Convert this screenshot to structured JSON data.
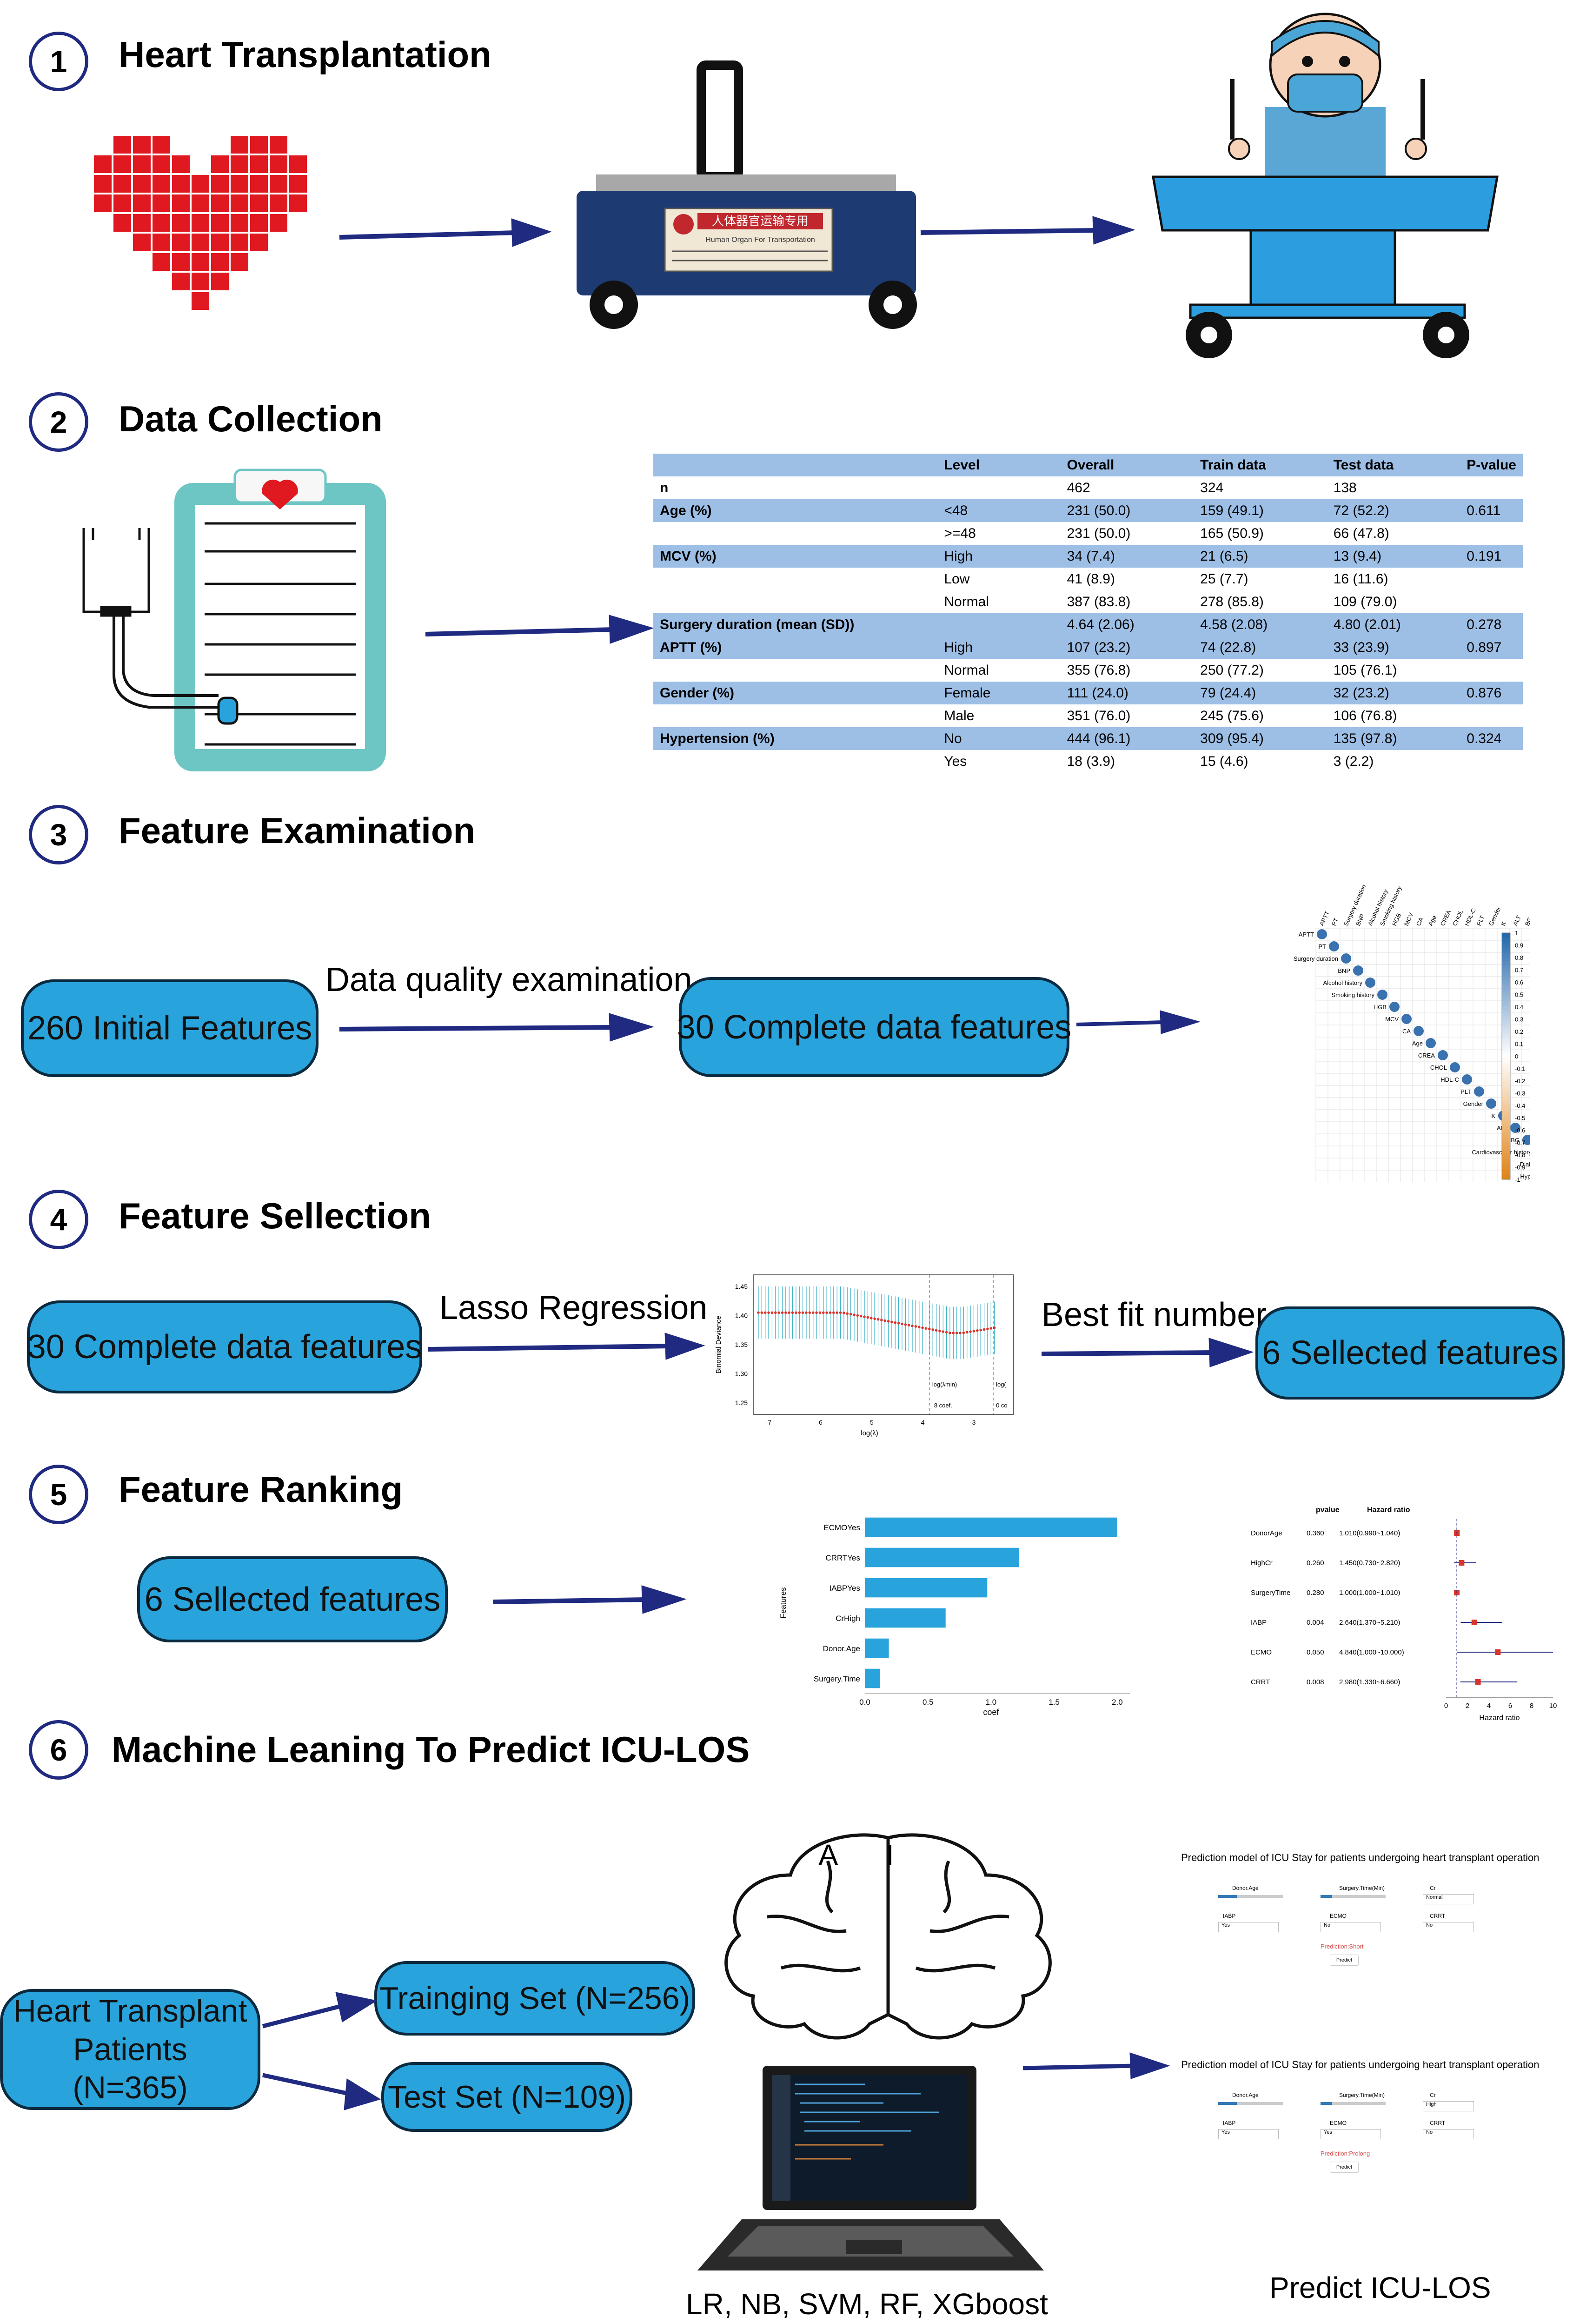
{
  "steps": [
    {
      "num": "1",
      "title": "Heart Transplantation"
    },
    {
      "num": "2",
      "title": "Data Collection"
    },
    {
      "num": "3",
      "title": "Feature Examination"
    },
    {
      "num": "4",
      "title": "Feature Sellection"
    },
    {
      "num": "5",
      "title": "Feature Ranking"
    },
    {
      "num": "6",
      "title": "Machine Leaning To Predict ICU-LOS"
    }
  ],
  "step1": {
    "box_label": "人体器官运输专用",
    "box_sublabel": "Human Organ For Transportation"
  },
  "table": {
    "headers": [
      "",
      "Level",
      "Overall",
      "Train data",
      "Test data",
      "P-value"
    ],
    "rows": [
      [
        "n",
        "",
        "462",
        "324",
        "138",
        ""
      ],
      [
        "Age (%)",
        "<48",
        "231 (50.0)",
        "159 (49.1)",
        "72 (52.2)",
        "0.611"
      ],
      [
        "",
        ">=48",
        "231 (50.0)",
        "165 (50.9)",
        "66 (47.8)",
        ""
      ],
      [
        "MCV (%)",
        "High",
        "34 (7.4)",
        "21 (6.5)",
        "13 (9.4)",
        "0.191"
      ],
      [
        "",
        "Low",
        "41 (8.9)",
        "25 (7.7)",
        "16 (11.6)",
        ""
      ],
      [
        "",
        "Normal",
        "387 (83.8)",
        "278 (85.8)",
        "109 (79.0)",
        ""
      ],
      [
        "Surgery duration (mean (SD))",
        "",
        "4.64 (2.06)",
        "4.58 (2.08)",
        "4.80 (2.01)",
        "0.278"
      ],
      [
        "APTT (%)",
        "High",
        "107 (23.2)",
        "74 (22.8)",
        "33 (23.9)",
        "0.897"
      ],
      [
        "",
        "Normal",
        "355 (76.8)",
        "250 (77.2)",
        "105 (76.1)",
        ""
      ],
      [
        "Gender (%)",
        "Female",
        "111 (24.0)",
        "79 (24.4)",
        "32 (23.2)",
        "0.876"
      ],
      [
        "",
        "Male",
        "351 (76.0)",
        "245 (75.6)",
        "106 (76.8)",
        ""
      ],
      [
        "Hypertension (%)",
        "No",
        "444 (96.1)",
        "309 (95.4)",
        "135 (97.8)",
        "0.324"
      ],
      [
        "",
        "Yes",
        "18 (3.9)",
        "15 (4.6)",
        "3 (2.2)",
        ""
      ]
    ]
  },
  "step3": {
    "pill_initial": "260 Initial Features",
    "arrow_label": "Data quality examination",
    "pill_complete": "30 Complete data features",
    "corr_vars": [
      "APTT",
      "PT",
      "Surgery duration",
      "BNP",
      "Alcohol history",
      "Smoking history",
      "HGB",
      "MCV",
      "CA",
      "Age",
      "CREA",
      "CHOL",
      "HDL-C",
      "PLT",
      "Gender",
      "K",
      "ALT",
      "BG",
      "Cardiovascular history",
      "Diabetes",
      "Hypertension"
    ],
    "corr_scale": [
      "1",
      "0.9",
      "0.8",
      "0.7",
      "0.6",
      "0.5",
      "0.4",
      "0.3",
      "0.2",
      "0.1",
      "0",
      "-0.1",
      "-0.2",
      "-0.3",
      "-0.4",
      "-0.5",
      "-0.6",
      "-0.7",
      "-0.8",
      "-0.9",
      "-1"
    ]
  },
  "step4": {
    "pill_complete": "30 Complete data features",
    "arrow_label1": "Lasso Regression",
    "arrow_label2": "Best fit number",
    "pill_selected": "6 Sellected features",
    "lasso": {
      "ylabel": "Binomial Deviance",
      "xlabel": "log(λ)",
      "yticks": [
        "1.45",
        "1.40",
        "1.35",
        "1.30",
        "1.25"
      ],
      "xticks": [
        "-7",
        "-6",
        "-5",
        "-4",
        "-3"
      ],
      "annot1": "log(λmin)",
      "annot2": "log(",
      "coef1": "8 coef.",
      "coef2": "0 co"
    }
  },
  "chart_data": [
    {
      "type": "bar",
      "orientation": "horizontal",
      "categories": [
        "ECMOYes",
        "CRRTYes",
        "IABPYes",
        "CrHigh",
        "Donor.Age",
        "Surgery.Time"
      ],
      "values": [
        2.0,
        1.22,
        0.97,
        0.64,
        0.19,
        0.12
      ],
      "xlabel": "coef",
      "ylabel": "Features",
      "xticks": [
        "0.0",
        "0.5",
        "1.0",
        "1.5",
        "2.0"
      ],
      "xlim": [
        0,
        2.1
      ]
    },
    {
      "type": "forest",
      "headers": [
        "pvalue",
        "Hazard ratio"
      ],
      "rows": [
        {
          "label": "DonorAge",
          "pvalue": "0.360",
          "hr_text": "1.010(0.990~1.040)",
          "hr": 1.01,
          "lo": 0.99,
          "hi": 1.04
        },
        {
          "label": "HighCr",
          "pvalue": "0.260",
          "hr_text": "1.450(0.730~2.820)",
          "hr": 1.45,
          "lo": 0.73,
          "hi": 2.82
        },
        {
          "label": "SurgeryTime",
          "pvalue": "0.280",
          "hr_text": "1.000(1.000~1.010)",
          "hr": 1.0,
          "lo": 1.0,
          "hi": 1.01
        },
        {
          "label": "IABP",
          "pvalue": "0.004",
          "hr_text": "2.640(1.370~5.210)",
          "hr": 2.64,
          "lo": 1.37,
          "hi": 5.21
        },
        {
          "label": "ECMO",
          "pvalue": "0.050",
          "hr_text": "4.840(1.000~10.000)",
          "hr": 4.84,
          "lo": 1.0,
          "hi": 10.0
        },
        {
          "label": "CRRT",
          "pvalue": "0.008",
          "hr_text": "2.980(1.330~6.660)",
          "hr": 2.98,
          "lo": 1.33,
          "hi": 6.66
        }
      ],
      "xticks": [
        "0",
        "2",
        "4",
        "6",
        "8",
        "10"
      ],
      "xlim": [
        0,
        10
      ],
      "xlabel": "Hazard ratio"
    }
  ],
  "step5": {
    "pill_selected": "6 Sellected features"
  },
  "step6": {
    "pill_patients": "Heart Transplant Patients (N=365)",
    "pill_train": "Trainging Set (N=256)",
    "pill_test": "Test Set (N=109)",
    "brain_letters": [
      "A",
      "I"
    ],
    "ml_caption": "LR, NB, SVM, RF, XGboost",
    "predict_caption": "Predict ICU-LOS",
    "app_title": "Prediction model of ICU Stay for patients undergoing heart transplant operation",
    "app1": {
      "fields": [
        "Donor.Age",
        "Surgery.Time(Min)",
        "Cr",
        "IABP",
        "ECMO",
        "CRRT"
      ],
      "values": [
        "",
        "",
        "Normal",
        "Yes",
        "No",
        "No"
      ],
      "result": "Prediction:Short",
      "button": "Predict"
    },
    "app2": {
      "fields": [
        "Donor.Age",
        "Surgery.Time(Min)",
        "Cr",
        "IABP",
        "ECMO",
        "CRRT"
      ],
      "values": [
        "",
        "",
        "High",
        "Yes",
        "Yes",
        "No"
      ],
      "result": "Prediction:Prolong",
      "button": "Predict"
    }
  },
  "colors": {
    "accent": "#29a3dc",
    "navy": "#1f2a80",
    "heart": "#e01820",
    "tableBand": "#9dbfe6",
    "clipboard": "#6ec6c4"
  }
}
